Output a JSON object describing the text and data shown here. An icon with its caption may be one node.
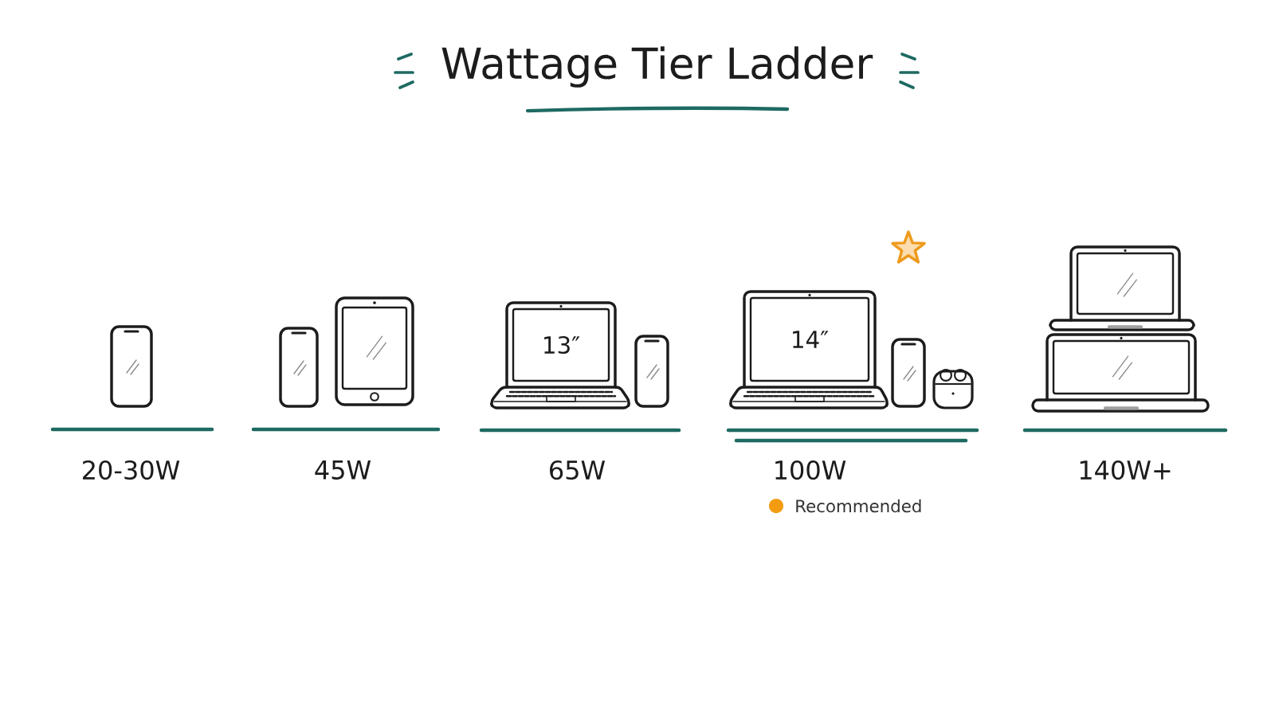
{
  "diagram": {
    "title": "Wattage Tier Ladder",
    "nodes": [
      {
        "text": [
          "13″"
        ]
      },
      {
        "text": [
          "14″"
        ]
      }
    ],
    "labels": [
      "20-30W",
      "45W",
      "65W",
      "100W",
      "140W+"
    ],
    "legend": [
      {
        "text": "Recommended",
        "color": "#f39c12"
      }
    ]
  }
}
